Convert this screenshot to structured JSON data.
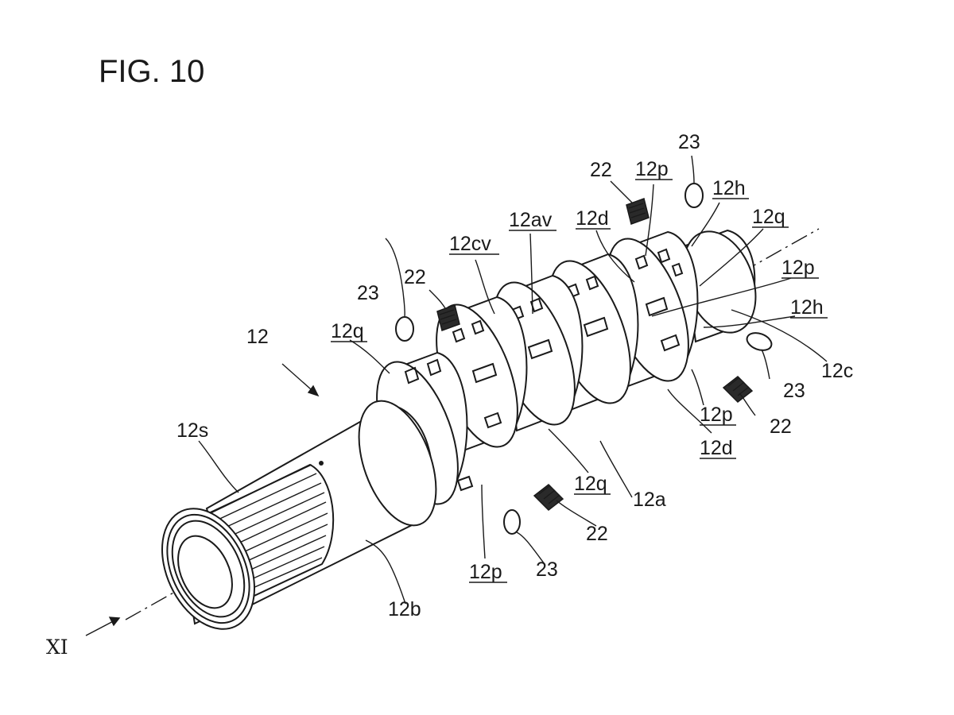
{
  "figure": {
    "title": "FIG. 10"
  },
  "labels": {
    "shaft": "12",
    "spline": "12s",
    "outer_sleeve": "12b",
    "arrow_view": "XI",
    "cam_a": "12a",
    "cam_av": "12av",
    "cam_cv": "12cv",
    "cam_c": "12c",
    "slot_d_top": "12d",
    "slot_d_bottom": "12d",
    "hole_h_top": "12h",
    "hole_h_right": "12h",
    "tooth_p_top": "12p",
    "tooth_p_right": "12p",
    "tooth_p_lower_right": "12p",
    "tooth_p_bottom": "12p",
    "recess_q_left": "12q",
    "recess_q_top_right": "12q",
    "recess_q_bottom": "12q",
    "block_22_left": "22",
    "block_22_top": "22",
    "block_22_right": "22",
    "block_22_bottom": "22",
    "ball_23_left": "23",
    "ball_23_top": "23",
    "ball_23_right": "23",
    "ball_23_bottom": "23"
  }
}
